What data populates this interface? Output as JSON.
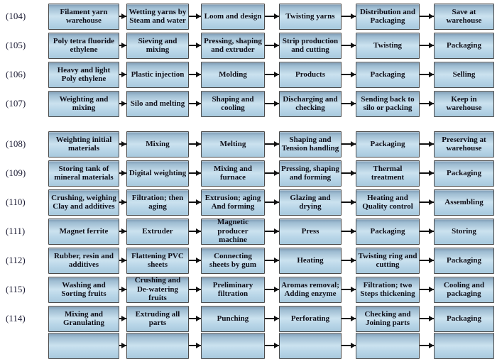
{
  "diagram": {
    "type": "process-flow-chart",
    "title_visible": false,
    "colors": {
      "node_fill_top": "#7f9cb5",
      "node_fill_mid": "#cbe2ef",
      "node_fill_bottom": "#a8c9de",
      "node_border": "#4a4a4a",
      "arrow": "#111111",
      "label_text": "#1d1d35",
      "node_text": "#0e0e18",
      "background": "#ffffff"
    },
    "rows": [
      {
        "label": "(104)",
        "steps": [
          "Filament yarn warehouse",
          "Wetting yarns by Steam and water",
          "Loom and design",
          "Twisting yarns",
          "Distribution and Packaging",
          "Save at warehouse"
        ]
      },
      {
        "label": "(105)",
        "steps": [
          "Poly tetra fluoride ethylene",
          "Sieving and mixing",
          "Pressing, shaping and extruder",
          "Strip production and cutting",
          "Twisting",
          "Packaging"
        ]
      },
      {
        "label": "(106)",
        "steps": [
          "Heavy and light Poly ethylene",
          "Plastic injection",
          "Molding",
          "Products",
          "Packaging",
          "Selling"
        ]
      },
      {
        "label": "(107)",
        "steps": [
          "Weighting and mixing",
          "Silo and melting",
          "Shaping and cooling",
          "Discharging and checking",
          "Sending back to silo or packing",
          "Keep in warehouse"
        ]
      },
      {
        "label": "(108)",
        "steps": [
          "Weighting initial materials",
          "Mixing",
          "Melting",
          "Shaping and Tension handling",
          "Packaging",
          "Preserving at warehouse"
        ]
      },
      {
        "label": "(109)",
        "steps": [
          "Storing tank of mineral materials",
          "Digital weighting",
          "Mixing and furnace",
          "Pressing, shaping and forming",
          "Thermal treatment",
          "Packaging"
        ]
      },
      {
        "label": "(110)",
        "steps": [
          "Crushing, weighing Clay and additives",
          "Filtration; then aging",
          "Extrusion; aging And forming",
          "Glazing and drying",
          "Heating and Quality control",
          "Assembling"
        ]
      },
      {
        "label": "(111)",
        "steps": [
          "Magnet ferrite",
          "Extruder",
          "Magnetic producer machine",
          "Press",
          "Packaging",
          "Storing"
        ]
      },
      {
        "label": "(112)",
        "steps": [
          "Rubber, resin and additives",
          "Flattening PVC sheets",
          "Connecting sheets by gum",
          "Heating",
          "Twisting ring and cutting",
          "Packaging"
        ]
      },
      {
        "label": "(115)",
        "steps": [
          "Washing and Sorting fruits",
          "Crushing and De-watering fruits",
          "Preliminary filtration",
          "Aromas removal; Adding enzyme",
          "Filtration; two Steps thickening",
          "Cooling and packaging"
        ]
      },
      {
        "label": "(114)",
        "steps": [
          "Mixing and Granulating",
          "Extruding all parts",
          "Punching",
          "Perforating",
          "Checking and Joining parts",
          "Packaging"
        ]
      },
      {
        "label": "",
        "steps": [
          "",
          "",
          "",
          "",
          "",
          ""
        ]
      }
    ]
  }
}
